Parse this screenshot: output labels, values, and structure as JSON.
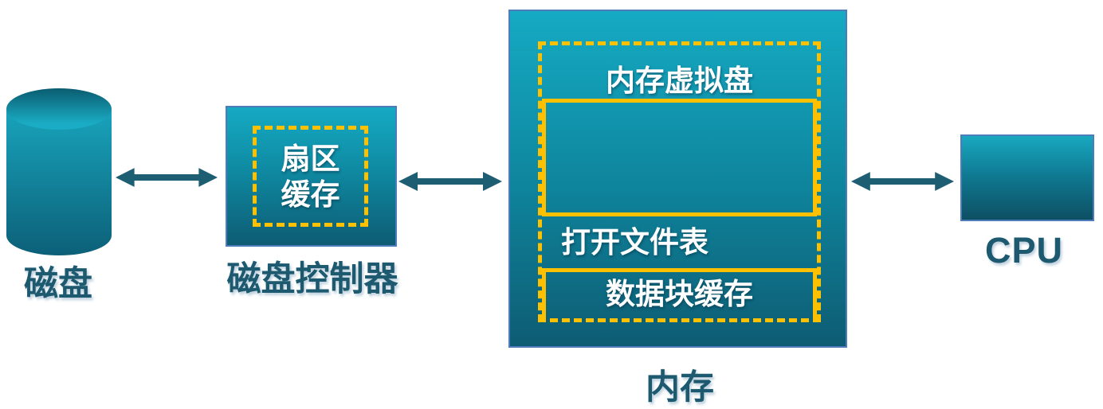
{
  "diagram_title": "",
  "nodes": {
    "disk": {
      "label": "磁盘",
      "shape": "cylinder"
    },
    "disk_controller": {
      "label": "磁盘控制器",
      "sector_cache": {
        "line1": "扇区",
        "line2": "缓存"
      }
    },
    "memory": {
      "label": "内存",
      "virtual_disk_label": "内存虚拟盘",
      "open_file_table_label": "打开文件表",
      "block_cache_label": "数据块缓存"
    },
    "cpu": {
      "label": "CPU"
    }
  },
  "connections": [
    {
      "from": "disk",
      "to": "disk_controller",
      "type": "bidirectional"
    },
    {
      "from": "disk_controller",
      "to": "memory",
      "type": "bidirectional"
    },
    {
      "from": "memory",
      "to": "cpu",
      "type": "bidirectional"
    }
  ],
  "colors": {
    "background": "#ffffff",
    "accent_yellow": "#ffc000",
    "box_border_blue": "#4e7cba",
    "box_gradient_top": "#16aac3",
    "box_gradient_bottom": "#0d5c73",
    "label_teal": "#1d5a70",
    "arrow_teal": "#1d5e73",
    "inner_text_white": "#ffffff"
  }
}
